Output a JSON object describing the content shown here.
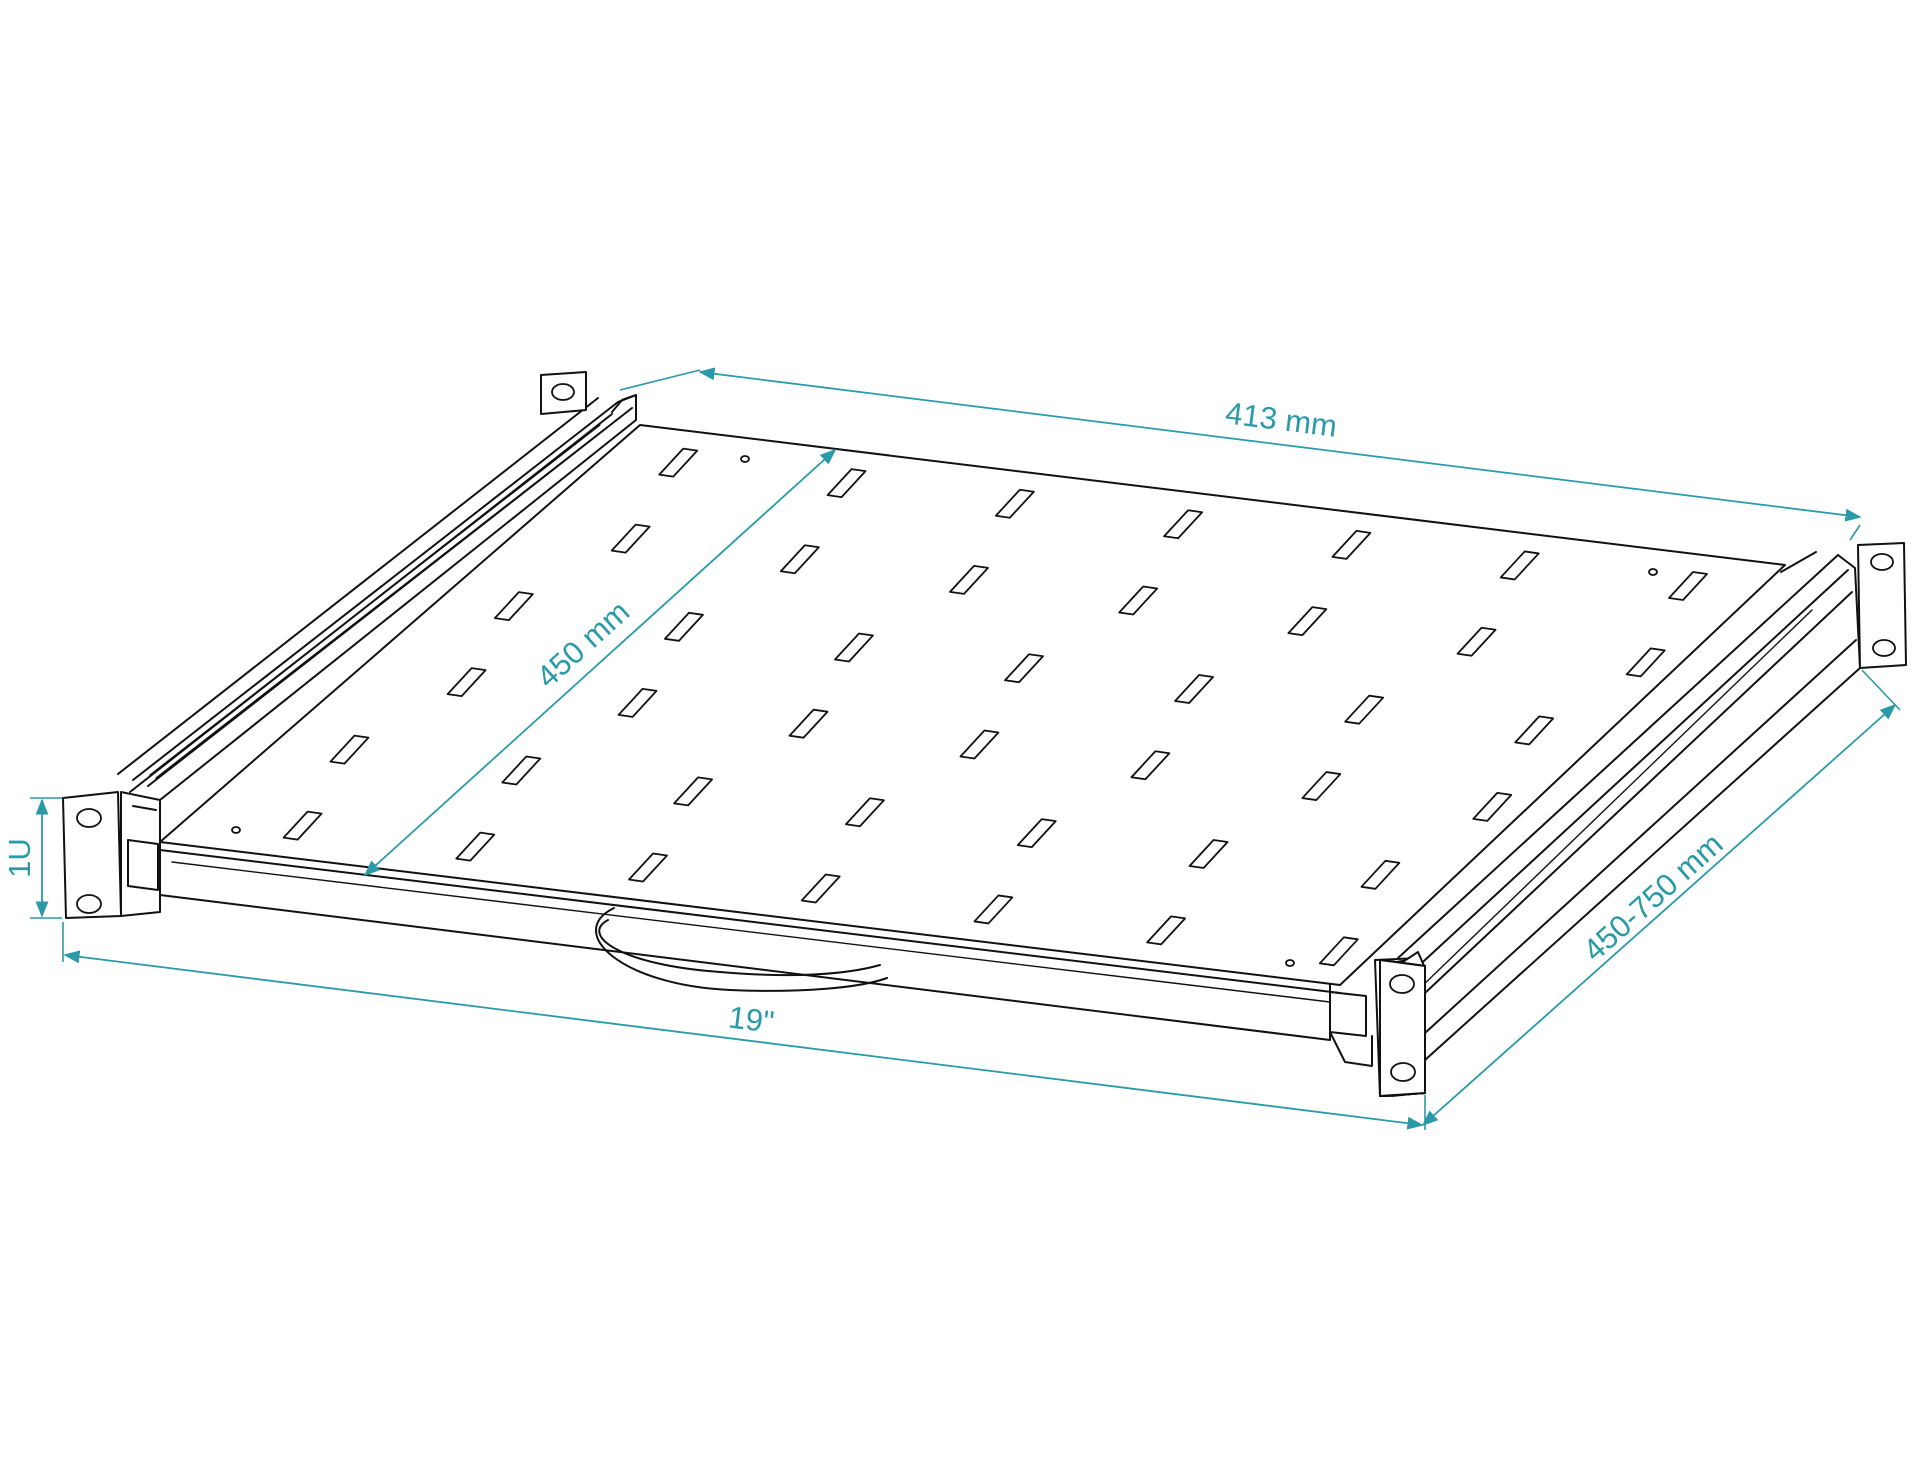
{
  "dimensions": {
    "width_top": "413 mm",
    "depth": "450 mm",
    "adjustable_depth": "450-750 mm",
    "rack_width": "19\"",
    "height": "1U"
  },
  "colors": {
    "dimension": "#2a9aa8",
    "outline": "#111111",
    "background": "#ffffff"
  }
}
